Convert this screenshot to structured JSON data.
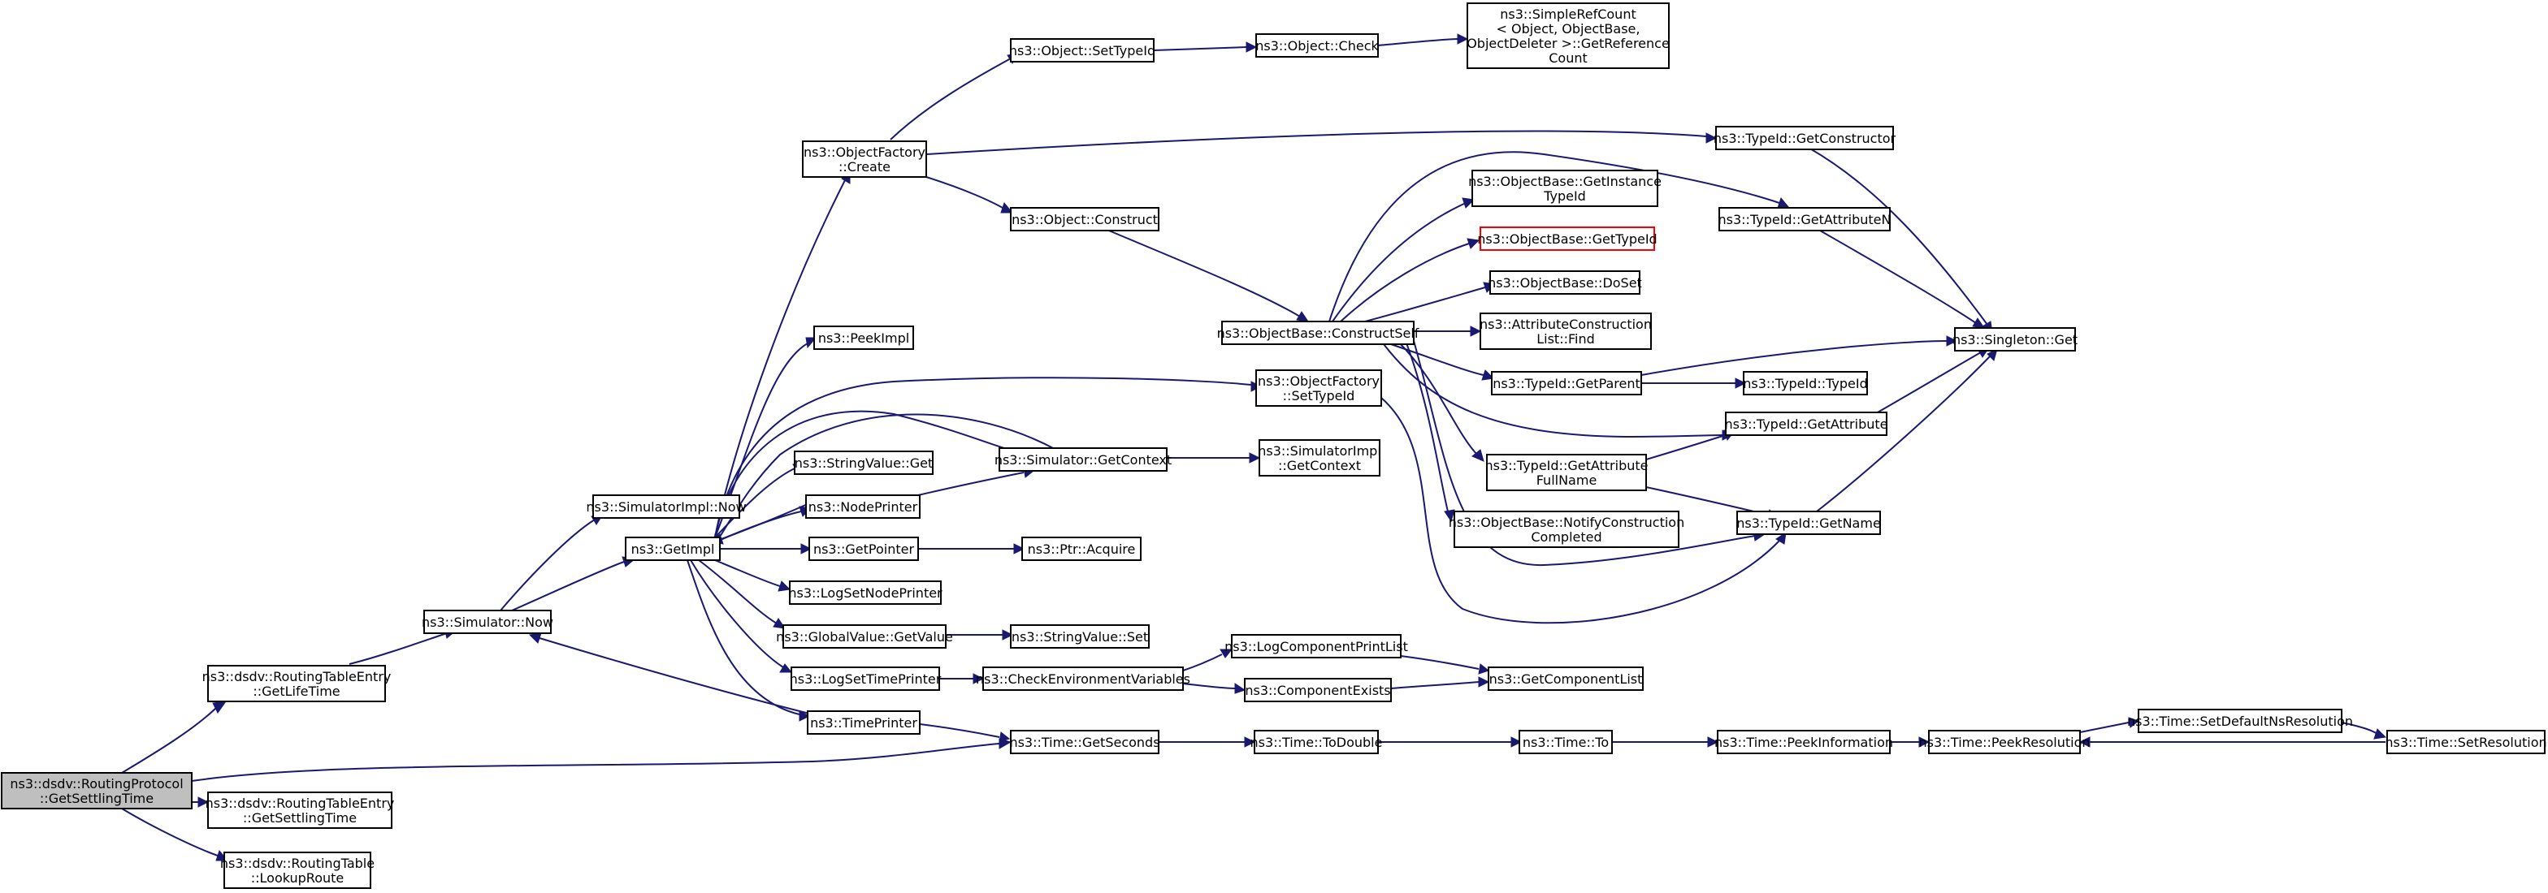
{
  "colors": {
    "edge": "#191970",
    "node_border": "#000000",
    "root_fill": "#bfbfbf",
    "highlight_border": "#ff0000"
  },
  "nodes": [
    {
      "id": "root",
      "lines": [
        "ns3::dsdv::RoutingProtocol",
        "::GetSettlingTime"
      ],
      "style": "root"
    },
    {
      "id": "rte_lifetime",
      "lines": [
        "ns3::dsdv::RoutingTableEntry",
        "::GetLifeTime"
      ]
    },
    {
      "id": "rte_settling",
      "lines": [
        "ns3::dsdv::RoutingTableEntry",
        "::GetSettlingTime"
      ]
    },
    {
      "id": "rt_lookup",
      "lines": [
        "ns3::dsdv::RoutingTable",
        "::LookupRoute"
      ]
    },
    {
      "id": "sim_now",
      "lines": [
        "ns3::Simulator::Now"
      ]
    },
    {
      "id": "simimpl_now",
      "lines": [
        "ns3::SimulatorImpl::Now"
      ]
    },
    {
      "id": "getimpl",
      "lines": [
        "ns3::GetImpl"
      ]
    },
    {
      "id": "of_create",
      "lines": [
        "ns3::ObjectFactory",
        "::Create"
      ]
    },
    {
      "id": "peekimpl",
      "lines": [
        "ns3::PeekImpl"
      ]
    },
    {
      "id": "stringvalue_get",
      "lines": [
        "ns3::StringValue::Get"
      ]
    },
    {
      "id": "nodeprinter",
      "lines": [
        "ns3::NodePrinter"
      ]
    },
    {
      "id": "getpointer",
      "lines": [
        "ns3::GetPointer"
      ]
    },
    {
      "id": "logsetnodeprinter",
      "lines": [
        "ns3::LogSetNodePrinter"
      ]
    },
    {
      "id": "globalvalue_getvalue",
      "lines": [
        "ns3::GlobalValue::GetValue"
      ]
    },
    {
      "id": "logsettimeprinter",
      "lines": [
        "ns3::LogSetTimePrinter"
      ]
    },
    {
      "id": "timeprinter",
      "lines": [
        "ns3::TimePrinter"
      ]
    },
    {
      "id": "time_getseconds",
      "lines": [
        "ns3::Time::GetSeconds"
      ]
    },
    {
      "id": "obj_settypeid",
      "lines": [
        "ns3::Object::SetTypeId"
      ]
    },
    {
      "id": "obj_construct",
      "lines": [
        "ns3::Object::Construct"
      ]
    },
    {
      "id": "sim_getcontext",
      "lines": [
        "ns3::Simulator::GetContext"
      ]
    },
    {
      "id": "ptr_acquire",
      "lines": [
        "ns3::Ptr::Acquire"
      ]
    },
    {
      "id": "stringvalue_set",
      "lines": [
        "ns3::StringValue::Set"
      ]
    },
    {
      "id": "checkenv",
      "lines": [
        "ns3::CheckEnvironmentVariables"
      ]
    },
    {
      "id": "obj_check",
      "lines": [
        "ns3::Object::Check"
      ]
    },
    {
      "id": "of_settypeid",
      "lines": [
        "ns3::ObjectFactory",
        "::SetTypeId"
      ]
    },
    {
      "id": "simimpl_getcontext",
      "lines": [
        "ns3::SimulatorImpl",
        "::GetContext"
      ]
    },
    {
      "id": "logcompprintlist",
      "lines": [
        "ns3::LogComponentPrintList"
      ]
    },
    {
      "id": "compexists",
      "lines": [
        "ns3::ComponentExists"
      ]
    },
    {
      "id": "time_todouble",
      "lines": [
        "ns3::Time::ToDouble"
      ]
    },
    {
      "id": "ob_constructself",
      "lines": [
        "ns3::ObjectBase::ConstructSelf"
      ]
    },
    {
      "id": "simplerefcount",
      "lines": [
        "ns3::SimpleRefCount",
        "< Object, ObjectBase,",
        " ObjectDeleter >::GetReference",
        "Count"
      ]
    },
    {
      "id": "ob_getinstancetypeid",
      "lines": [
        "ns3::ObjectBase::GetInstance",
        "TypeId"
      ]
    },
    {
      "id": "ob_gettypeid",
      "lines": [
        "ns3::ObjectBase::GetTypeId"
      ],
      "style": "red"
    },
    {
      "id": "ob_doset",
      "lines": [
        "ns3::ObjectBase::DoSet"
      ]
    },
    {
      "id": "attrconstlist_find",
      "lines": [
        "ns3::AttributeConstruction",
        "List::Find"
      ]
    },
    {
      "id": "tid_getparent",
      "lines": [
        "ns3::TypeId::GetParent"
      ]
    },
    {
      "id": "tid_getattributefullname",
      "lines": [
        "ns3::TypeId::GetAttribute",
        "FullName"
      ]
    },
    {
      "id": "ob_notifyconstruction",
      "lines": [
        "ns3::ObjectBase::NotifyConstruction",
        "Completed"
      ]
    },
    {
      "id": "time_to",
      "lines": [
        "ns3::Time::To"
      ]
    },
    {
      "id": "getcomponentlist",
      "lines": [
        "ns3::GetComponentList"
      ]
    },
    {
      "id": "tid_getconstructor",
      "lines": [
        "ns3::TypeId::GetConstructor"
      ]
    },
    {
      "id": "tid_getattributen",
      "lines": [
        "ns3::TypeId::GetAttributeN"
      ]
    },
    {
      "id": "singleton_get",
      "lines": [
        "ns3::Singleton::Get"
      ]
    },
    {
      "id": "tid_typeid",
      "lines": [
        "ns3::TypeId::TypeId"
      ]
    },
    {
      "id": "tid_getattribute",
      "lines": [
        "ns3::TypeId::GetAttribute"
      ]
    },
    {
      "id": "tid_getname",
      "lines": [
        "ns3::TypeId::GetName"
      ]
    },
    {
      "id": "time_peekinformation",
      "lines": [
        "ns3::Time::PeekInformation"
      ]
    },
    {
      "id": "time_peekresolution",
      "lines": [
        "ns3::Time::PeekResolution"
      ]
    },
    {
      "id": "time_setdefaultnsres",
      "lines": [
        "ns3::Time::SetDefaultNsResolution"
      ]
    },
    {
      "id": "time_setresolution",
      "lines": [
        "ns3::Time::SetResolution"
      ]
    }
  ]
}
